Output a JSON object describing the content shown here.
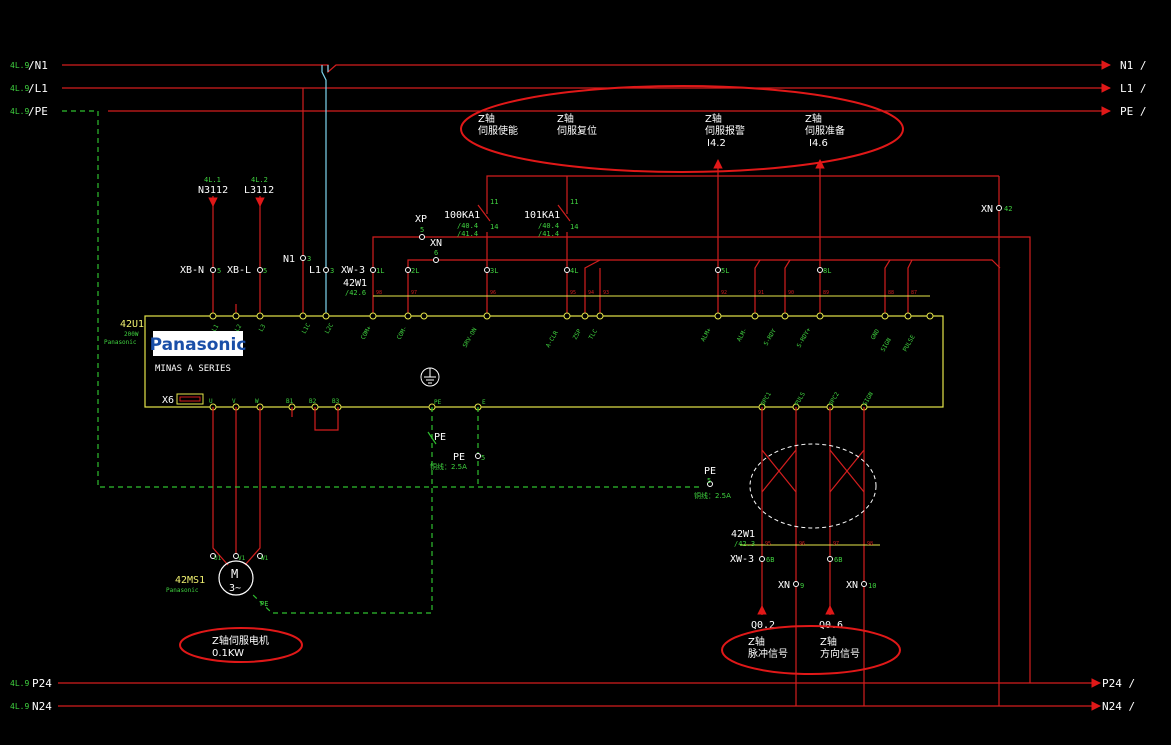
{
  "colors": {
    "background": "#000000",
    "wire_red": "#d21e1e",
    "wire_cyan": "#7fd6ee",
    "wire_green": "#2fbf2f",
    "text_white": "#ffffff",
    "text_yellow": "#f0f070",
    "text_green": "#3fd23f",
    "box_yellow": "#e6e64a",
    "callout_red": "#e01818",
    "logo_blue": "#1a4fa8"
  },
  "bus": {
    "n1_ref": "4L.9",
    "n1_left": "/N1",
    "n1_right": "N1 /",
    "l1_ref": "4L.9",
    "l1_left": "/L1",
    "l1_right": "L1 /",
    "pe_ref": "4L.9",
    "pe_left": "/PE",
    "pe_right": "PE /",
    "p24_ref": "4L.9",
    "p24_left": "P24",
    "p24_right": "P24 /",
    "n24_ref": "4L.9",
    "n24_left": "N24",
    "n24_right": "N24 /"
  },
  "signals": {
    "enable_a": "Z轴",
    "enable_b": "伺服使能",
    "reset_a": "Z轴",
    "reset_b": "伺服复位",
    "alarm_a": "Z轴",
    "alarm_b": "伺服报警",
    "alarm_c": "I4.2",
    "ready_a": "Z轴",
    "ready_b": "伺服准备",
    "ready_c": "I4.6"
  },
  "supply": {
    "n_ref": "4L.1",
    "n_label": "N3112",
    "l_ref": "4L.2",
    "l_label": "L3112",
    "xb_n": "XB-N",
    "xb_l": "XB-L",
    "xb_n_num": "5",
    "xb_l_num": "5",
    "n1_tag": "N1",
    "l1_tag": "L1",
    "n1_num": "3",
    "l1_num": "3"
  },
  "relays": {
    "k1_name": "100KA1",
    "k1_ref_a": "/40.4",
    "k1_ref_b": "/41.4",
    "k1_top": "11",
    "k1_bot": "14",
    "k2_name": "101KA1",
    "k2_ref_a": "/40.4",
    "k2_ref_b": "/41.4",
    "k2_top": "11",
    "k2_bot": "14"
  },
  "harness": {
    "xp": "XP",
    "xp_num": "5",
    "xn": "XN",
    "xn_num": "6",
    "xw3": "XW-3",
    "w": "42W1",
    "w_ref": "/42.6",
    "xn_right": "XN",
    "xn_right_num": "42",
    "pin_nums": [
      "1L",
      "2L",
      "3L",
      "4L",
      "5L",
      "8L"
    ],
    "wire_nums": [
      "98",
      "97",
      "96",
      "95",
      "94",
      "93",
      "92",
      "91",
      "90",
      "89",
      "88",
      "87",
      "86",
      "85",
      "84"
    ]
  },
  "drive": {
    "id": "42U1",
    "power": "200W",
    "maker": "Panasonic",
    "logo": "Panasonic",
    "series": "MINAS A SERIES",
    "top_pins": [
      "L1",
      "L2",
      "L3",
      "L1C",
      "L2C",
      "COM+",
      "COM-",
      "SRV-ON",
      "A-CLR",
      "ZSP",
      "TLC",
      "ALM+",
      "ALM-",
      "S-RDY",
      "S-RDY+",
      "GND",
      "SIGN",
      "PULSE"
    ],
    "top_pin_nums": [
      "1",
      "2",
      "3",
      "4",
      "5",
      "7",
      "41",
      "29",
      "31",
      "12",
      "40",
      "37",
      "36",
      "35",
      "34",
      "13",
      "11",
      "2"
    ],
    "x6": "X6",
    "bottom_pins": [
      "U",
      "V",
      "W",
      "B1",
      "B2",
      "B3",
      "PE",
      "E"
    ],
    "bottom_right_pins": [
      "OPC1",
      "PULS",
      "OPC2",
      "SIGN"
    ],
    "bottom_right_nums": [
      "1",
      "4",
      "2",
      "6"
    ]
  },
  "ground": {
    "pe1": "PE",
    "pe1_num": "5",
    "pe1_note": "铜线：2.5A",
    "pe1_upper": "PE",
    "pe2": "PE",
    "pe2_num": "5",
    "pe2_note": "铜线：2.5A"
  },
  "motor": {
    "id": "42MS1",
    "maker": "Panasonic",
    "symbol": "M",
    "phase": "3~",
    "terms": [
      "U1",
      "V1",
      "W1"
    ],
    "pe": "PE"
  },
  "motor_label": {
    "a": "Z轴伺服电机",
    "b": "0.1KW"
  },
  "pulse_out": {
    "w": "42W1",
    "w_ref": "/42.3",
    "xw3": "XW-3",
    "xw3_num1": "6B",
    "xw3_num2": "6B",
    "xn_a": "XN",
    "xn_a_num": "9",
    "xn_b": "XN",
    "xn_b_num": "10",
    "q1": "Q0.2",
    "q2": "Q0.6",
    "wire_nums": [
      "95",
      "96",
      "97",
      "98"
    ]
  },
  "pulse_label": {
    "pa": "Z轴",
    "pb": "脉冲信号",
    "da": "Z轴",
    "db": "方向信号"
  }
}
